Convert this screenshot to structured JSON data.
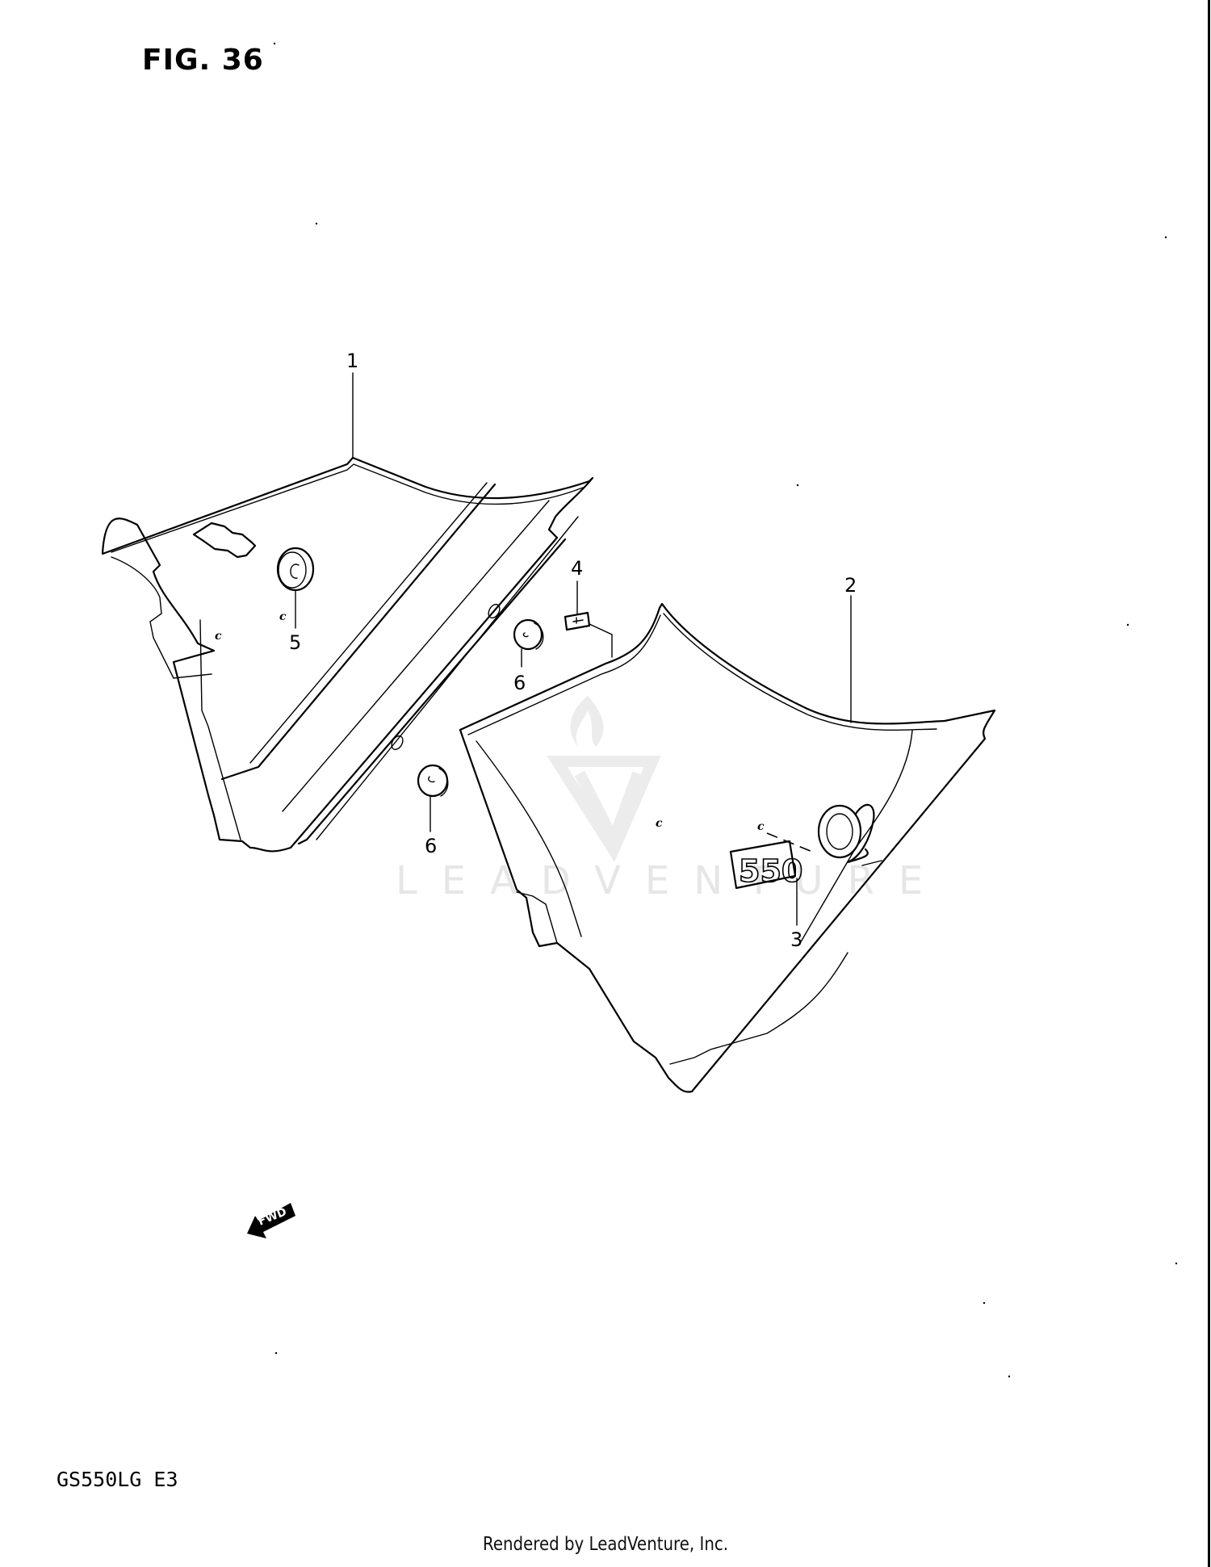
{
  "figure": {
    "title": "FIG. 36",
    "model_code": "GS550LG  E3",
    "footer": "Rendered by LeadVenture, Inc.",
    "watermark": "LEADVENTURE"
  },
  "callouts": [
    {
      "number": "1",
      "label": "1",
      "part": "left-frame-cover"
    },
    {
      "number": "2",
      "label": "2",
      "part": "right-frame-cover"
    },
    {
      "number": "3",
      "label": "3",
      "part": "550L-emblem"
    },
    {
      "number": "4",
      "label": "4",
      "part": "label-plate"
    },
    {
      "number": "5",
      "label": "5",
      "part": "grommet"
    },
    {
      "number": "6a",
      "label": "6",
      "part": "cushion-upper"
    },
    {
      "number": "6b",
      "label": "6",
      "part": "cushion-lower"
    }
  ],
  "marks": {
    "c": "c"
  },
  "emblem_text": "550",
  "direction_indicator": {
    "label": "FWD",
    "icon": "arrow-left-icon"
  },
  "colors": {
    "line": "#000000",
    "background": "#ffffff",
    "watermark": "#e6e6e6"
  }
}
